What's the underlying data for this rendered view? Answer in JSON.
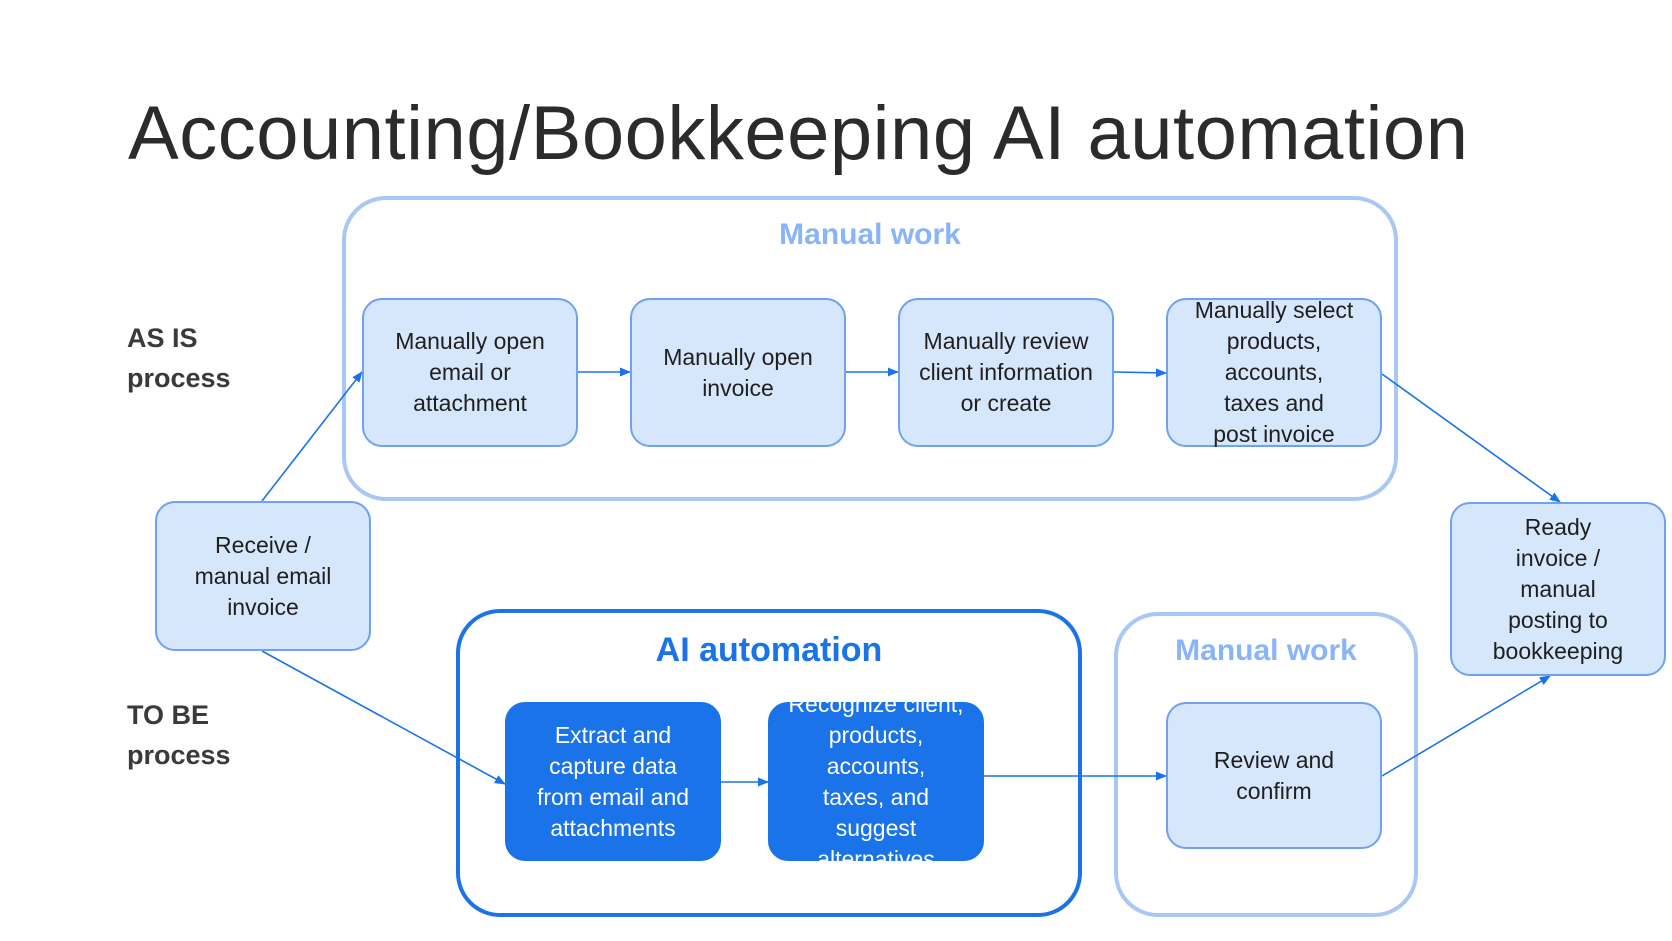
{
  "title": "Accounting/Bookkeeping AI automation",
  "rows": {
    "as_is": "AS IS\nprocess",
    "to_be": "TO BE\nprocess"
  },
  "groups": {
    "manual_top": "Manual work",
    "ai": "AI automation",
    "manual_bottom": "Manual work"
  },
  "steps": {
    "receive": "Receive /\nmanual email\ninvoice",
    "open_email": "Manually open\nemail or\nattachment",
    "open_invoice": "Manually open\ninvoice",
    "review_client": "Manually review\nclient information\nor create",
    "select_products": "Manually select\nproducts, accounts,\ntaxes and\npost invoice",
    "extract": "Extract and\ncapture data\nfrom email and\nattachments",
    "recognize": "Recognize client,\nproducts, accounts,\ntaxes, and\nsuggest alternatives",
    "review_confirm": "Review and\nconfirm",
    "ready": "Ready\ninvoice /\nmanual\nposting to\nbookkeeping"
  },
  "colors": {
    "ai_blue": "#1a73e8",
    "light_blue_border": "#a8c7f5",
    "box_fill": "#d6e6fb",
    "connector": "#1a73e8"
  }
}
